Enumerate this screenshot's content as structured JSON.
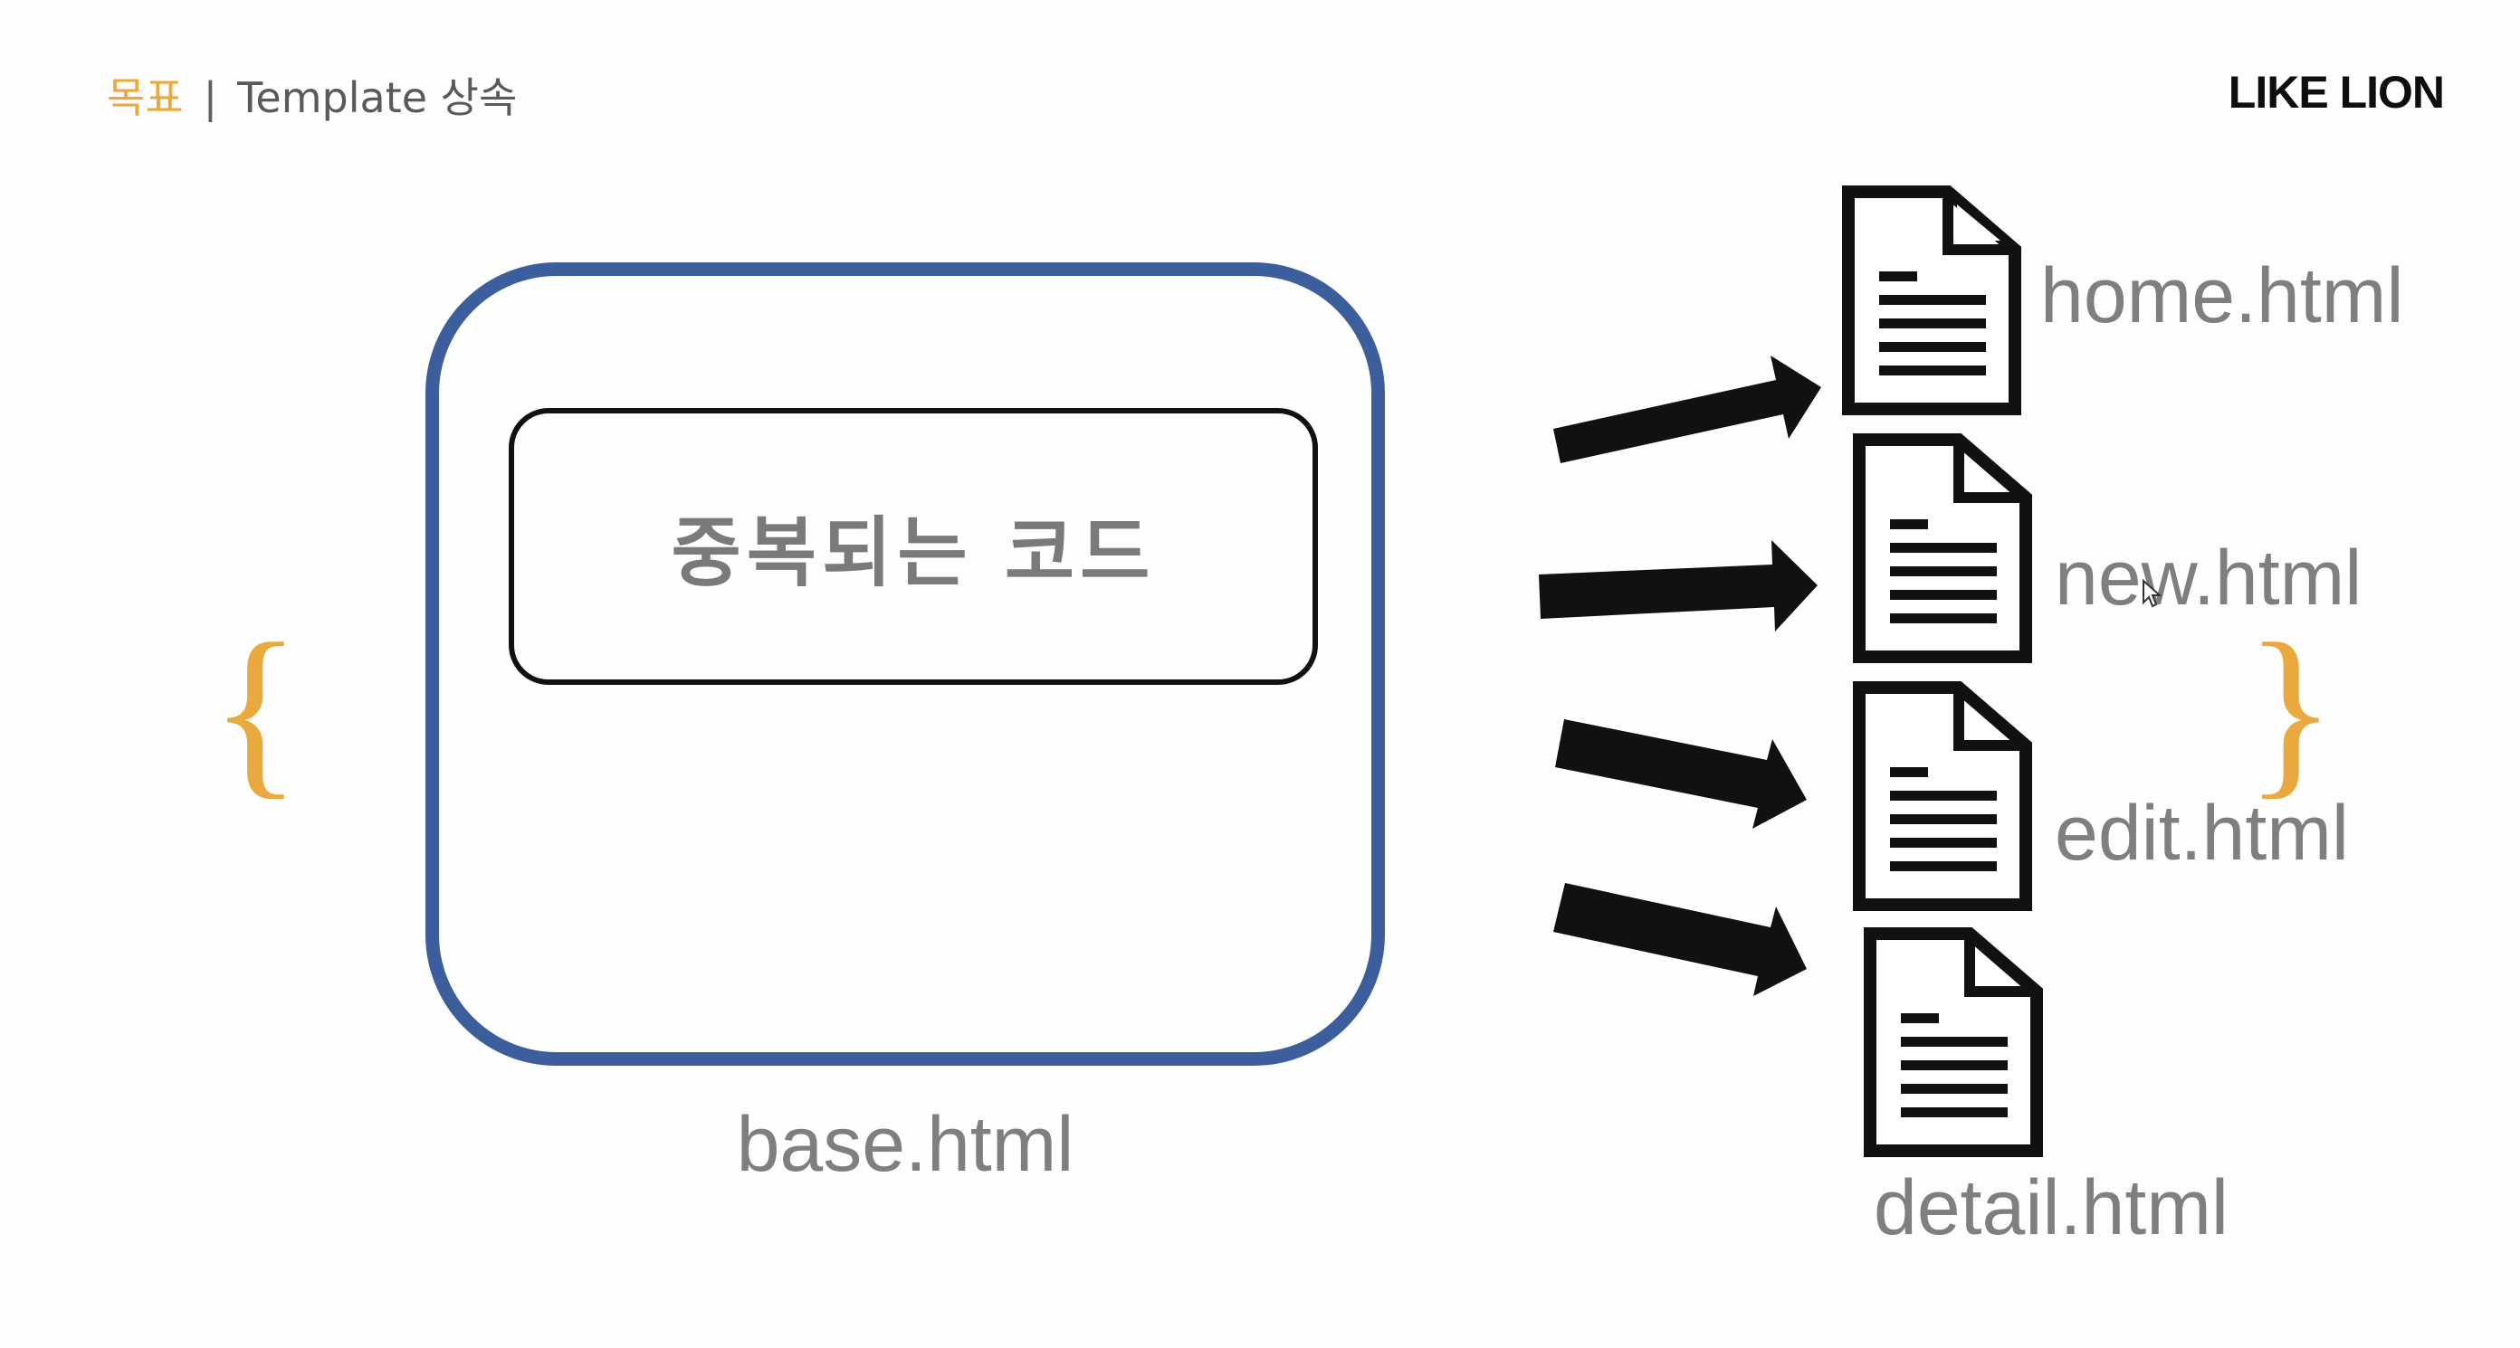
{
  "header": {
    "section_label": "목표",
    "separator": "|",
    "title": "Template 상속",
    "brand": "LIKE LION"
  },
  "diagram": {
    "base_box_label": "중복되는 코드",
    "base_file": "base.html",
    "brace_open": "{",
    "brace_close": "}",
    "child_files": [
      "home.html",
      "new.html",
      "edit.html",
      "detail.html"
    ],
    "colors": {
      "accent": "#e9a93e",
      "base_border": "#3d5e9c",
      "text_gray": "#7f7f7f",
      "icon_black": "#111111"
    }
  },
  "icons": {
    "document": "document-icon",
    "arrow": "arrow-right-icon",
    "cursor": "mouse-pointer-icon"
  }
}
